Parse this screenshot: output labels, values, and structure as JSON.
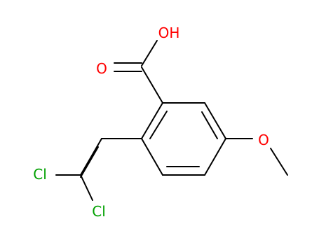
{
  "molecule": {
    "atoms": {
      "oh": "OH",
      "carbonyl_o": "O",
      "methoxy_o": "O",
      "cl_top": "Cl",
      "cl_bottom": "Cl"
    },
    "colors": {
      "bond": "#000000",
      "oxygen": "#ff0000",
      "chlorine": "#00a000"
    }
  }
}
